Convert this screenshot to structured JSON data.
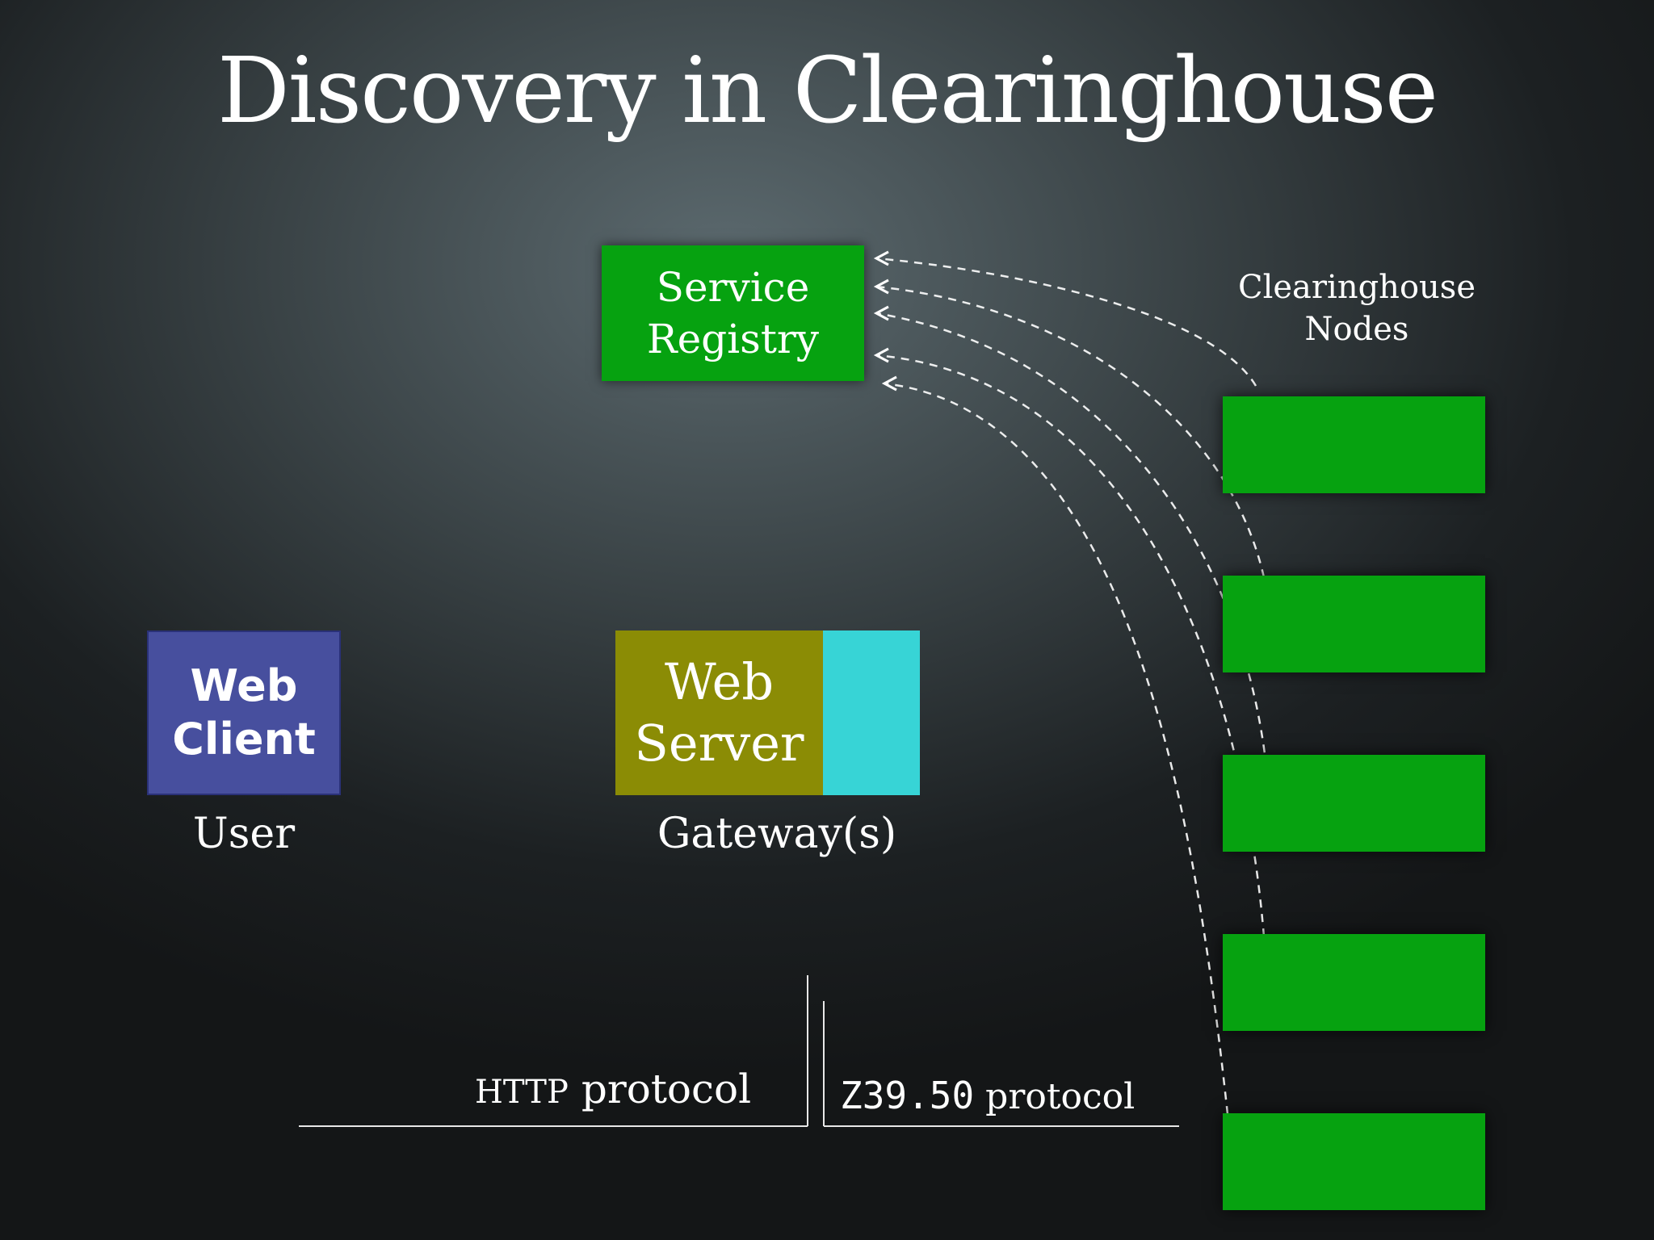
{
  "title": "Discovery in Clearinghouse",
  "service_registry": {
    "line1": "Service",
    "line2": "Registry"
  },
  "web_client": {
    "line1": "Web",
    "line2": "Client",
    "caption": "User"
  },
  "web_server": {
    "line1": "Web",
    "line2": "Server",
    "caption": "Gateway(s)"
  },
  "clearinghouse_nodes": {
    "line1": "Clearinghouse",
    "line2": "Nodes",
    "count": 5
  },
  "protocols": {
    "http_prefix": "HTTP",
    "http_suffix": "protocol",
    "z_prefix": "Z39.50",
    "z_suffix": "protocol"
  },
  "colors": {
    "registry": "#06a210",
    "node": "#06a210",
    "web_client": "#474f9e",
    "web_server": "#8b8c05",
    "gateway_extension": "#37d4d6",
    "arrow": "#ffffff"
  }
}
